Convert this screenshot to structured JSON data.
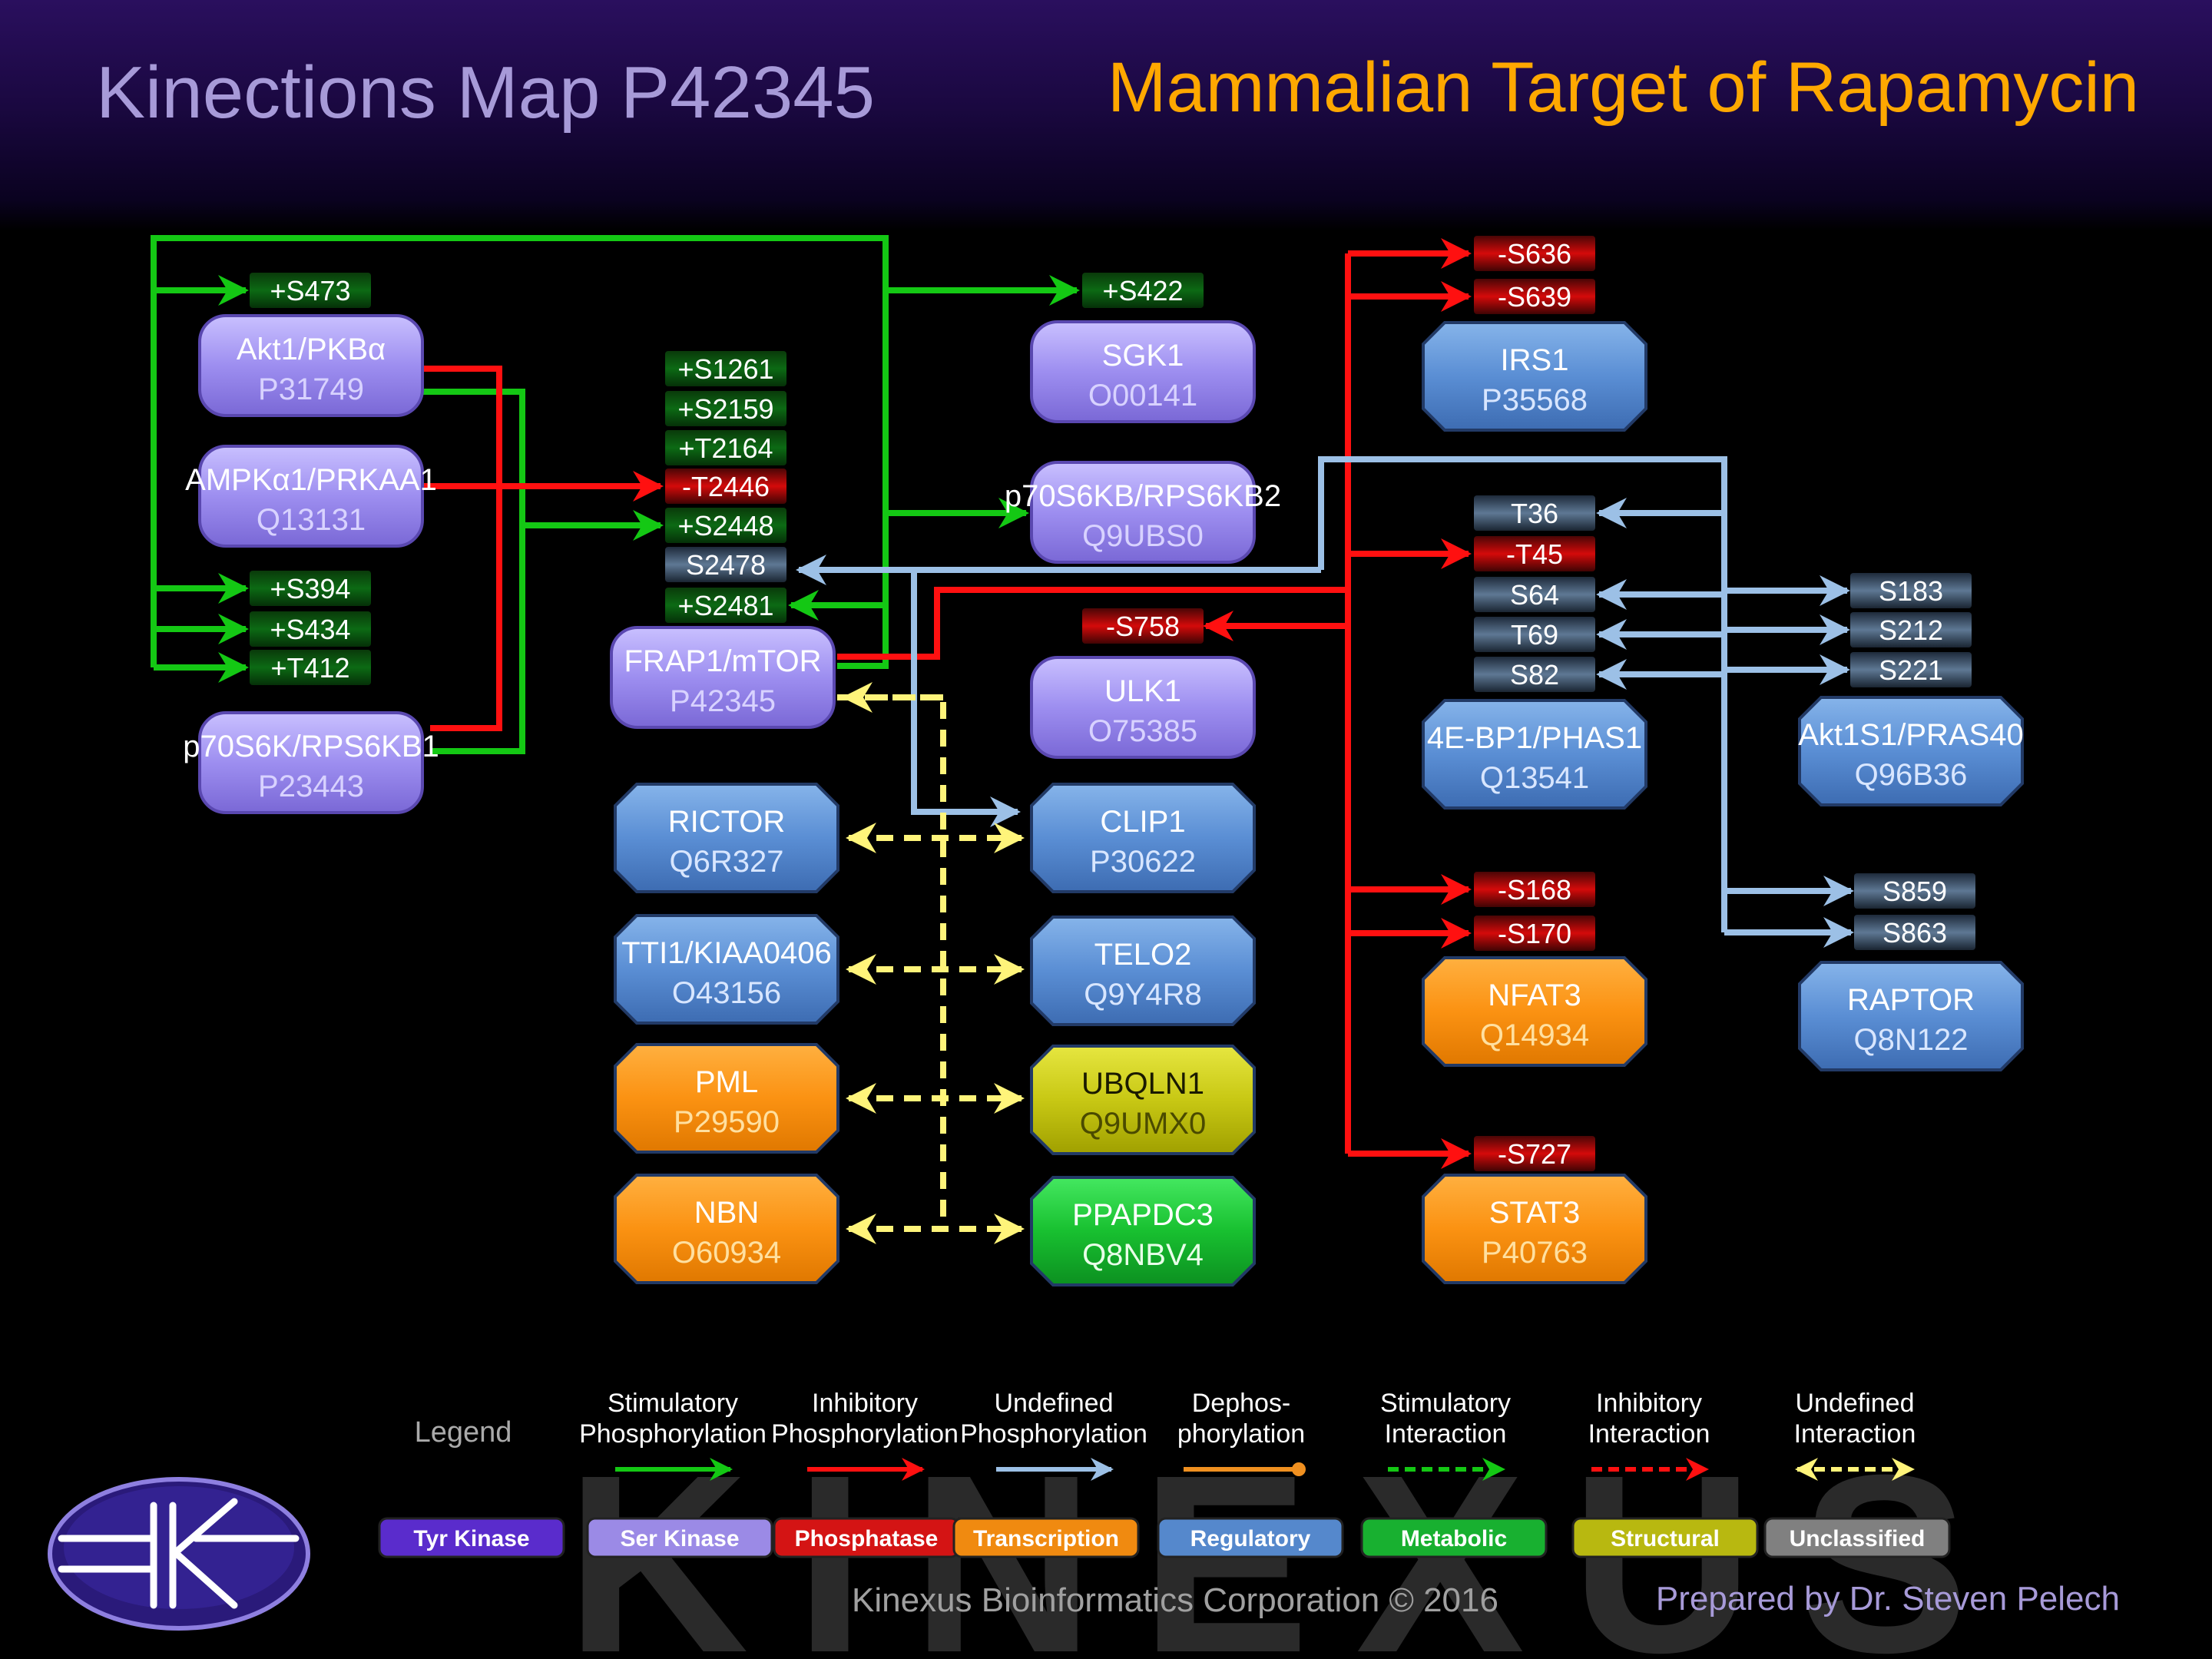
{
  "title": "Kinections Map P42345",
  "subtitle": "Mammalian Target of Rapamycin",
  "proteins": [
    {
      "key": "akt1",
      "name": "Akt1/PKBα",
      "acc": "P31749",
      "cat": "ser"
    },
    {
      "key": "ampk",
      "name": "AMPKα1/PRKAA1",
      "acc": "Q13131",
      "cat": "ser"
    },
    {
      "key": "p70s6k",
      "name": "p70S6K/RPS6KB1",
      "acc": "P23443",
      "cat": "ser"
    },
    {
      "key": "mtor",
      "name": "FRAP1/mTOR",
      "acc": "P42345",
      "cat": "ser"
    },
    {
      "key": "sgk1",
      "name": "SGK1",
      "acc": "O00141",
      "cat": "ser"
    },
    {
      "key": "p70s6kb",
      "name": "p70S6KB/RPS6KB2",
      "acc": "Q9UBS0",
      "cat": "ser"
    },
    {
      "key": "ulk1",
      "name": "ULK1",
      "acc": "O75385",
      "cat": "ser"
    },
    {
      "key": "irs1",
      "name": "IRS1",
      "acc": "P35568",
      "cat": "reg"
    },
    {
      "key": "4ebp1",
      "name": "4E-BP1/PHAS1",
      "acc": "Q13541",
      "cat": "reg"
    },
    {
      "key": "pras40",
      "name": "Akt1S1/PRAS40",
      "acc": "Q96B36",
      "cat": "reg"
    },
    {
      "key": "raptor",
      "name": "RAPTOR",
      "acc": "Q8N122",
      "cat": "reg"
    },
    {
      "key": "rictor",
      "name": "RICTOR",
      "acc": "Q6R327",
      "cat": "reg"
    },
    {
      "key": "clip1",
      "name": "CLIP1",
      "acc": "P30622",
      "cat": "reg"
    },
    {
      "key": "tti1",
      "name": "TTI1/KIAA0406",
      "acc": "O43156",
      "cat": "reg"
    },
    {
      "key": "telo2",
      "name": "TELO2",
      "acc": "Q9Y4R8",
      "cat": "reg"
    },
    {
      "key": "pml",
      "name": "PML",
      "acc": "P29590",
      "cat": "tf"
    },
    {
      "key": "ubqln1",
      "name": "UBQLN1",
      "acc": "Q9UMX0",
      "cat": "struct"
    },
    {
      "key": "nbn",
      "name": "NBN",
      "acc": "O60934",
      "cat": "tf"
    },
    {
      "key": "ppapdc3",
      "name": "PPAPDC3",
      "acc": "Q8NBV4",
      "cat": "met"
    },
    {
      "key": "nfat3",
      "name": "NFAT3",
      "acc": "Q14934",
      "cat": "tf"
    },
    {
      "key": "stat3",
      "name": "STAT3",
      "acc": "P40763",
      "cat": "tf"
    }
  ],
  "sites": [
    {
      "key": "akt_s473",
      "label": "+S473",
      "kind": "stim"
    },
    {
      "key": "p70_s394",
      "label": "+S394",
      "kind": "stim"
    },
    {
      "key": "p70_s434",
      "label": "+S434",
      "kind": "stim"
    },
    {
      "key": "p70_t412",
      "label": "+T412",
      "kind": "stim"
    },
    {
      "key": "mtor_s1261",
      "label": "+S1261",
      "kind": "stim"
    },
    {
      "key": "mtor_s2159",
      "label": "+S2159",
      "kind": "stim"
    },
    {
      "key": "mtor_t2164",
      "label": "+T2164",
      "kind": "stim"
    },
    {
      "key": "mtor_t2446",
      "label": "-T2446",
      "kind": "inhib"
    },
    {
      "key": "mtor_s2448",
      "label": "+S2448",
      "kind": "stim"
    },
    {
      "key": "mtor_s2478",
      "label": "S2478",
      "kind": "undef"
    },
    {
      "key": "mtor_s2481",
      "label": "+S2481",
      "kind": "stim"
    },
    {
      "key": "sgk_s422",
      "label": "+S422",
      "kind": "stim"
    },
    {
      "key": "ulk_s758",
      "label": "-S758",
      "kind": "inhib"
    },
    {
      "key": "irs_s636",
      "label": "-S636",
      "kind": "inhib"
    },
    {
      "key": "irs_s639",
      "label": "-S639",
      "kind": "inhib"
    },
    {
      "key": "eb_t36",
      "label": "T36",
      "kind": "undef"
    },
    {
      "key": "eb_t45",
      "label": "-T45",
      "kind": "inhib"
    },
    {
      "key": "eb_s64",
      "label": "S64",
      "kind": "undef"
    },
    {
      "key": "eb_t69",
      "label": "T69",
      "kind": "undef"
    },
    {
      "key": "eb_s82",
      "label": "S82",
      "kind": "undef"
    },
    {
      "key": "pr_s183",
      "label": "S183",
      "kind": "undef"
    },
    {
      "key": "pr_s212",
      "label": "S212",
      "kind": "undef"
    },
    {
      "key": "pr_s221",
      "label": "S221",
      "kind": "undef"
    },
    {
      "key": "ra_s859",
      "label": "S859",
      "kind": "undef"
    },
    {
      "key": "ra_s863",
      "label": "S863",
      "kind": "undef"
    },
    {
      "key": "nf_s168",
      "label": "-S168",
      "kind": "inhib"
    },
    {
      "key": "nf_s170",
      "label": "-S170",
      "kind": "inhib"
    },
    {
      "key": "st_s727",
      "label": "-S727",
      "kind": "inhib"
    }
  ],
  "legend": {
    "title": "Legend",
    "items": [
      {
        "line1": "Stimulatory",
        "line2": "Phosphorylation",
        "style": "stim-solid"
      },
      {
        "line1": "Inhibitory",
        "line2": "Phosphorylation",
        "style": "inhib-solid"
      },
      {
        "line1": "Undefined",
        "line2": "Phosphorylation",
        "style": "undef-solid"
      },
      {
        "line1": "Dephos-",
        "line2": "phorylation",
        "style": "dephos"
      },
      {
        "line1": "Stimulatory",
        "line2": "Interaction",
        "style": "stim-dash"
      },
      {
        "line1": "Inhibitory",
        "line2": "Interaction",
        "style": "inhib-dash"
      },
      {
        "line1": "Undefined",
        "line2": "Interaction",
        "style": "undef-dash"
      }
    ],
    "categories": [
      {
        "label": "Tyr Kinase",
        "color": "#5a2ccc"
      },
      {
        "label": "Ser Kinase",
        "color": "#9b8ae6"
      },
      {
        "label": "Phosphatase",
        "color": "#d41414"
      },
      {
        "label": "Transcription",
        "color": "#f08a10"
      },
      {
        "label": "Regulatory",
        "color": "#5588cc"
      },
      {
        "label": "Metabolic",
        "color": "#18b030"
      },
      {
        "label": "Structural",
        "color": "#b8b810"
      },
      {
        "label": "Unclassified",
        "color": "#808080"
      }
    ]
  },
  "watermark": "KINEXUS",
  "footer": {
    "copyright": "Kinexus Bioinformatics Corporation © 2016",
    "author": "Prepared by Dr. Steven Pelech"
  },
  "colors": {
    "stim": "#14c814",
    "inhib": "#ff1010",
    "undef": "#9cc0e6",
    "interact": "#fff47a",
    "title": "#a79ad8",
    "subtitle": "#ffa800"
  }
}
